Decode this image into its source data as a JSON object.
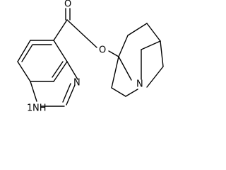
{
  "molecule": {
    "atom_labels": {
      "carbonyl_oxygen": "O",
      "ester_oxygen": "O",
      "imidazole_n": "N",
      "imidazole_nh": "NH",
      "imidazole_nh_prefix": "1",
      "bridgehead_n": "N"
    }
  },
  "colors": {
    "bond": "#000000",
    "background": "#ffffff"
  }
}
